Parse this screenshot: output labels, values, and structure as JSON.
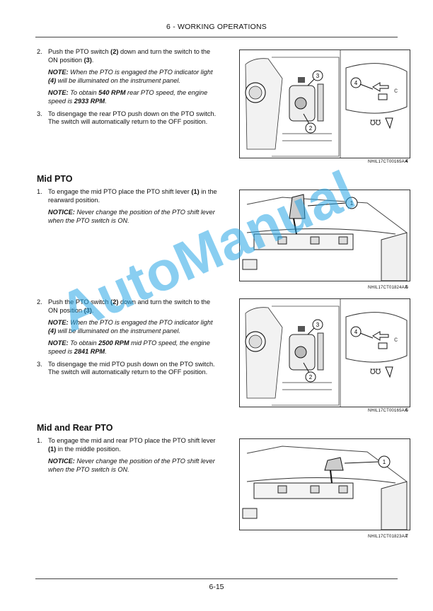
{
  "header": {
    "title": "6 - WORKING OPERATIONS"
  },
  "footer": {
    "page": "6-15"
  },
  "watermark": {
    "text": "AutoManual"
  },
  "section1": {
    "steps": [
      {
        "num": "2.",
        "parts": [
          "Push the PTO switch ",
          "(2)",
          " down and turn the switch to the ON position ",
          "(3)",
          "."
        ]
      },
      {
        "num": "3.",
        "text": "To disengage the rear PTO push down on the PTO switch. The switch will automatically return to the OFF position."
      }
    ],
    "note1": {
      "label": "NOTE:",
      "parts": [
        " When the PTO is engaged the PTO indicator light ",
        "(4)",
        " will be illuminated on the instrument panel."
      ]
    },
    "note2": {
      "label": "NOTE:",
      "parts": [
        " To obtain ",
        "540 RPM",
        " rear PTO speed, the engine speed is ",
        "2933 RPM",
        "."
      ]
    },
    "figure": {
      "code": "NHIL17CT00165AA",
      "num": "4"
    }
  },
  "mid_pto": {
    "heading": "Mid PTO",
    "step1": {
      "num": "1.",
      "parts": [
        "To engage the mid PTO place the PTO shift lever ",
        "(1)",
        " in the rearward position."
      ]
    },
    "notice": {
      "label": "NOTICE:",
      "text": " Never change the position of the PTO shift lever when the PTO switch is ON."
    },
    "figure": {
      "code": "NHIL17CT01824AA",
      "num": "5"
    },
    "step2": {
      "num": "2.",
      "parts": [
        "Push the PTO switch ",
        "(2)",
        " down and turn the switch to the ON position ",
        "(3)",
        "."
      ]
    },
    "note1": {
      "label": "NOTE:",
      "parts": [
        " When the PTO is engaged the PTO indicator light ",
        "(4)",
        " will be illuminated on the instrument panel."
      ]
    },
    "note2": {
      "label": "NOTE:",
      "parts": [
        " To obtain ",
        "2500 RPM",
        " mid PTO speed, the engine speed is ",
        "2841 RPM",
        "."
      ]
    },
    "step3": {
      "num": "3.",
      "text": "To disengage the mid PTO push down on the PTO switch. The switch will automatically return to the OFF position."
    },
    "figure2": {
      "code": "NHIL17CT00165AA",
      "num": "6"
    }
  },
  "mid_rear_pto": {
    "heading": "Mid and Rear PTO",
    "step1": {
      "num": "1.",
      "parts": [
        "To engage the mid and rear PTO place the PTO shift lever ",
        "(1)",
        " in the middle position."
      ]
    },
    "notice": {
      "label": "NOTICE:",
      "text": " Never change the position of the PTO shift lever when the PTO switch is ON."
    },
    "figure": {
      "code": "NHIL17CT01823AA",
      "num": "7"
    }
  },
  "callouts": {
    "one": "1",
    "two": "2",
    "three": "3",
    "four": "4"
  }
}
